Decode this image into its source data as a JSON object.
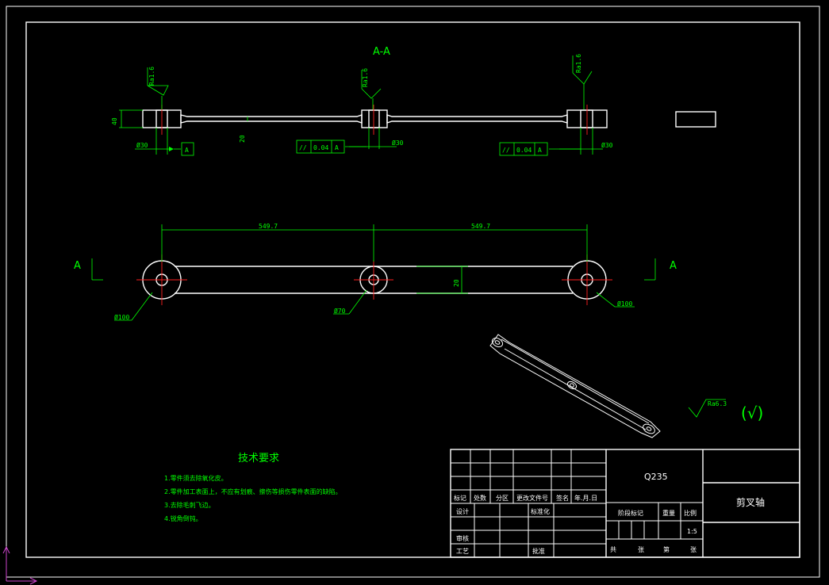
{
  "drawing": {
    "section_label": "A-A",
    "view_label_left": "A",
    "view_label_right": "A",
    "roughness": [
      "Ra1.6",
      "Ra1.6",
      "Ra1.6"
    ],
    "roughness_general": "Ra6.3",
    "roughness_general_symbol": "(√)",
    "dims": {
      "dia30_a": "Ø30",
      "dia30_b": "Ø30",
      "dia30_c": "Ø30",
      "h40": "40",
      "h20": "20",
      "len_left": "549.7",
      "len_right": "549.7",
      "w20": "20",
      "dia100_left": "Ø100",
      "dia70": "Ø70",
      "dia100_right": "Ø100"
    },
    "datum": "A",
    "tolerance_1": {
      "symbol": "//",
      "value": "0.04",
      "datum": "A"
    },
    "tolerance_2": {
      "symbol": "//",
      "value": "0.04",
      "datum": "A"
    }
  },
  "tech_requirements": {
    "title": "技术要求",
    "items": [
      "1.零件须去除氧化皮。",
      "2.零件加工表面上，不应有划痕、擦伤等损伤零件表面的缺陷。",
      "3.去除毛刺飞边。",
      "4.锐角倒钝。"
    ]
  },
  "title_block": {
    "material": "Q235",
    "part_name": "剪叉轴",
    "rev_headers": [
      "标记",
      "处数",
      "分区",
      "更改文件号",
      "签名",
      "年.月.日"
    ],
    "design": "设计",
    "standardize": "标准化",
    "check": "审核",
    "process": "工艺",
    "approve": "批准",
    "stage_mark": "阶段标记",
    "weight": "重量",
    "scale": "比例",
    "scale_value": "1:5",
    "total": "共",
    "sheets": "张",
    "sheet_no": "第",
    "sheet_unit": "张"
  }
}
